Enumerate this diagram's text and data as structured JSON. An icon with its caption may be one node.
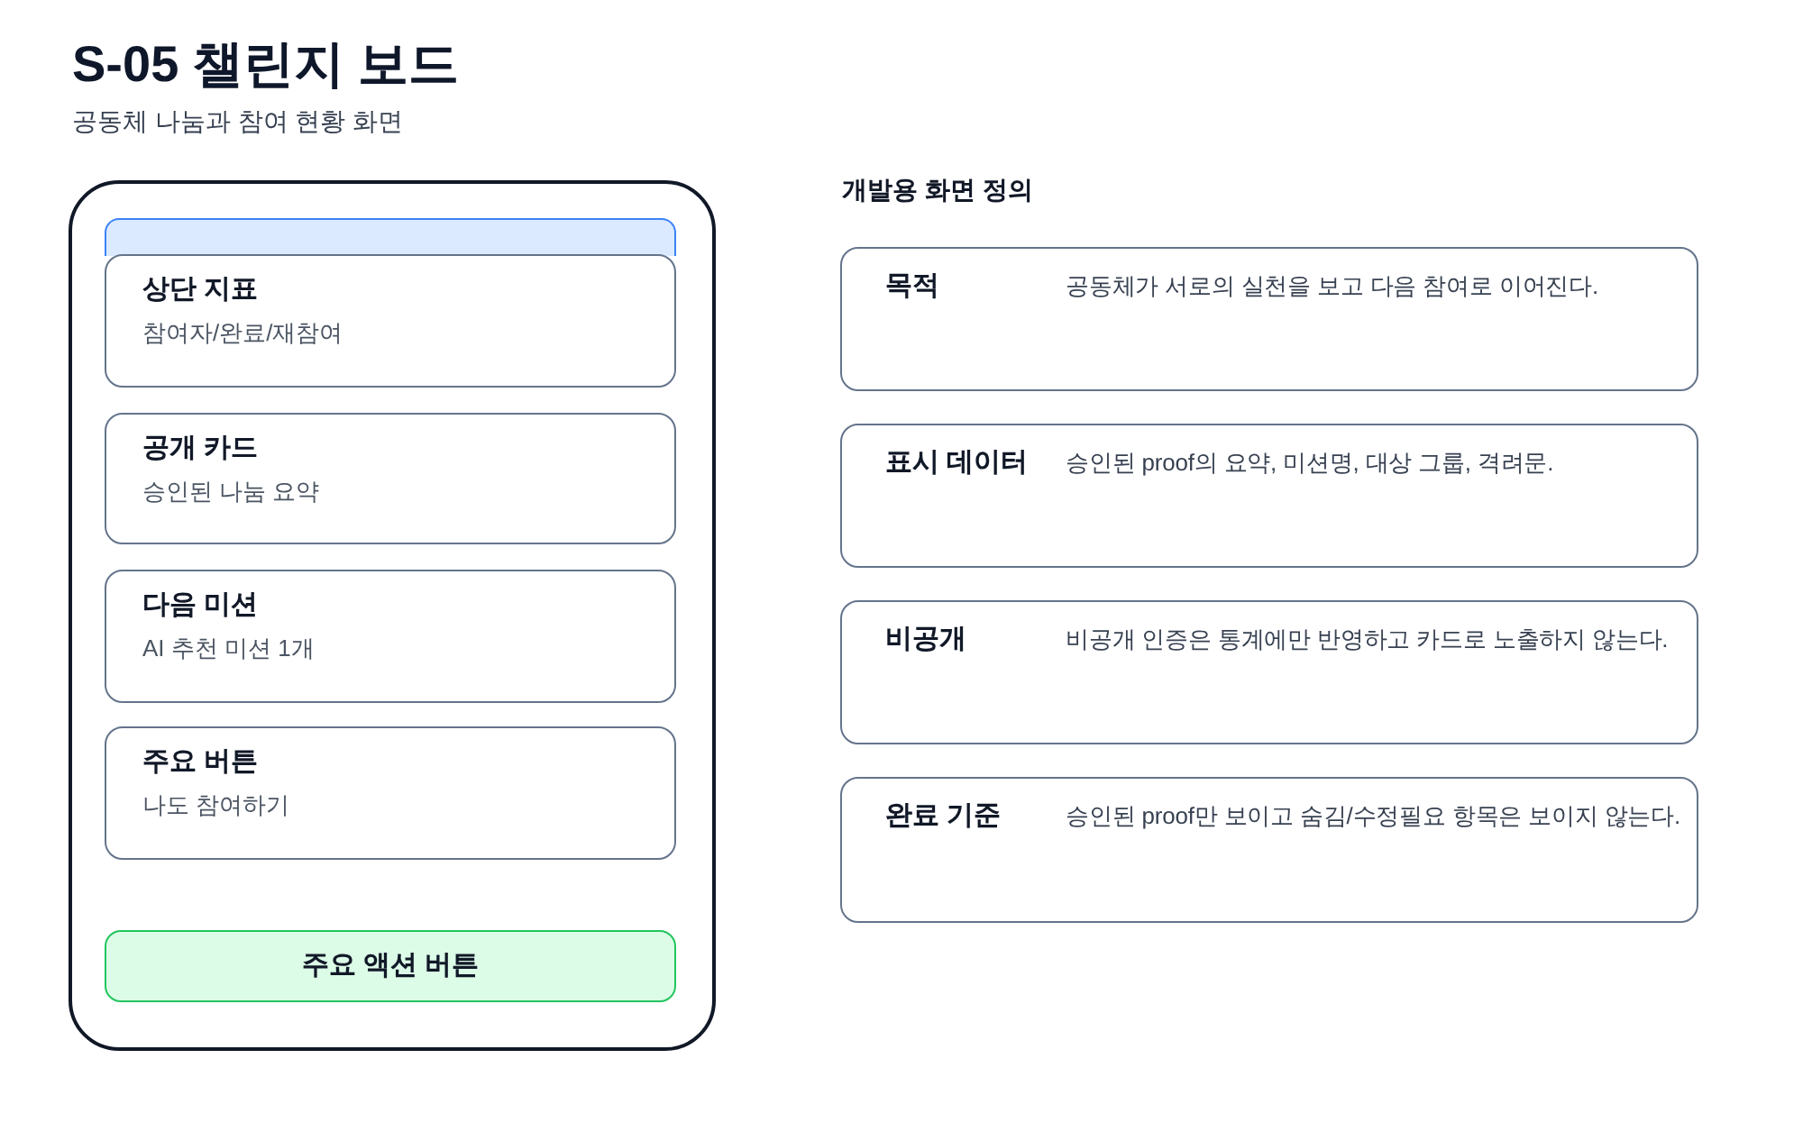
{
  "diagram": {
    "title": "S-05 챌린지 보드",
    "nodes": [
      {
        "text": [],
        "shape": "box"
      },
      {
        "text": [],
        "shape": "bar",
        "in": 0
      },
      {
        "text": [
          "상단 지표",
          "참여자/완료/재참여"
        ],
        "in": 0
      },
      {
        "text": [
          "공개 카드",
          "승인된 나눔 요약"
        ],
        "in": 0
      },
      {
        "text": [
          "다음 미션",
          "AI 추천 미션 1개"
        ],
        "in": 0
      },
      {
        "text": [
          "주요 버튼",
          "나도 참여하기"
        ],
        "in": 0
      },
      {
        "text": [
          "주요 액션 버튼"
        ],
        "in": 0
      },
      {
        "text": [
          "목적",
          "공동체가 서로의 실천을 보고 다음 참여로 이어진다."
        ]
      },
      {
        "text": [
          "표시 데이터",
          "승인된 proof의 요약, 미션명, 대상 그룹, 격려문."
        ]
      },
      {
        "text": [
          "비공개",
          "비공개 인증은 통계에만 반영하고 카드로 노출하지 않는다."
        ]
      },
      {
        "text": [
          "완료 기준",
          "승인된 proof만 보이고 숨김/수정필요 항목은 보이지 않는다."
        ]
      }
    ],
    "labels": [
      "공동체 나눔과 참여 현황 화면",
      "개발용 화면 정의"
    ]
  }
}
